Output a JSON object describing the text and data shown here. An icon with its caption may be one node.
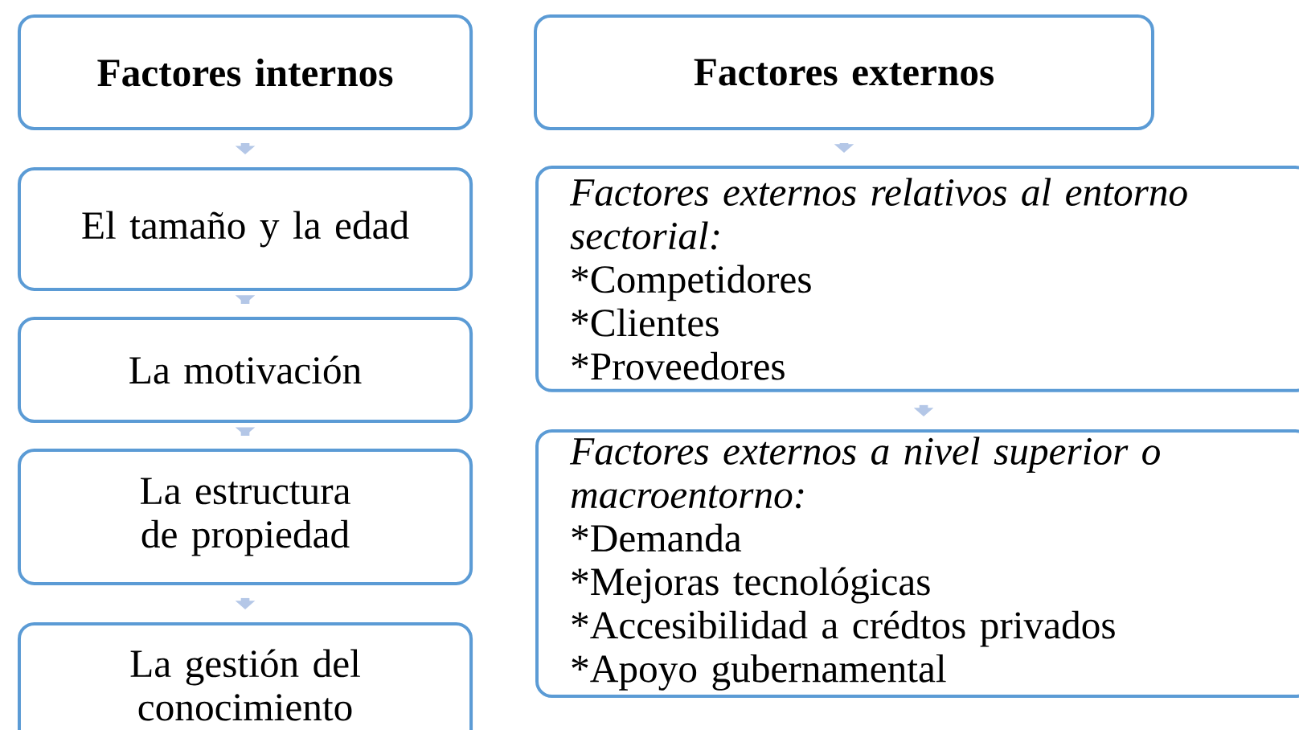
{
  "diagram": {
    "nodes": [
      {
        "text": [
          "Factores internos"
        ]
      },
      {
        "text": [
          "El tamaño y la edad"
        ]
      },
      {
        "text": [
          "La motivación"
        ]
      },
      {
        "text": [
          "La estructura de propiedad"
        ]
      },
      {
        "text": [
          "La gestión del conocimiento"
        ]
      },
      {
        "text": [
          "Factores externos"
        ]
      },
      {
        "text": [
          "Factores externos relativos al entorno sectorial:",
          "*Competidores",
          "*Clientes",
          "*Proveedores"
        ]
      },
      {
        "text": [
          "Factores externos a nivel superior o macroentorno:",
          "*Demanda",
          "*Mejoras tecnológicas",
          "*Accesibilidad a crédtos privados",
          "*Apoyo gubernamental"
        ]
      }
    ],
    "edges": [
      {
        "from": 0,
        "to": 1,
        "arrow": "to"
      },
      {
        "from": 1,
        "to": 2,
        "arrow": "to"
      },
      {
        "from": 2,
        "to": 3,
        "arrow": "to"
      },
      {
        "from": 3,
        "to": 4,
        "arrow": "to"
      },
      {
        "from": 5,
        "to": 6,
        "arrow": "to"
      },
      {
        "from": 6,
        "to": 7,
        "arrow": "to"
      }
    ]
  }
}
